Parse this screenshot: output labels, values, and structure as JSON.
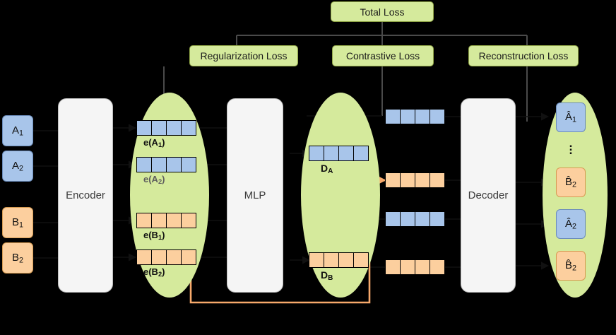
{
  "diagram": {
    "title": "Contrastive autoencoder architecture with multi-term loss",
    "colors": {
      "green_fill": "#d5ea9c",
      "green_stroke": "#8fa446",
      "blue_fill": "#a8c5ea",
      "blue_stroke": "#6b8cba",
      "orange_fill": "#fccf9e",
      "orange_stroke": "#d69b52",
      "slab_fill": "#f5f5f5",
      "slab_stroke": "#b9b9b9",
      "wire": "#3d3d3d",
      "highlight_wire": "#f7a96b",
      "background": "#000000"
    }
  },
  "losses": {
    "total": "Total Loss",
    "branches": [
      {
        "id": "regularization",
        "label": "Regularization Loss"
      },
      {
        "id": "contrastive",
        "label": "Contrastive Loss"
      },
      {
        "id": "reconstruction",
        "label": "Reconstruction Loss"
      }
    ]
  },
  "modules": [
    {
      "id": "encoder",
      "label": "Encoder"
    },
    {
      "id": "mlp",
      "label": "MLP"
    },
    {
      "id": "decoder",
      "label": "Decoder"
    }
  ],
  "inputs": [
    {
      "id": "a1",
      "label": "A",
      "sub": "1",
      "color": "blue"
    },
    {
      "id": "a2",
      "label": "A",
      "sub": "2",
      "color": "blue"
    },
    {
      "id": "b1",
      "label": "B",
      "sub": "1",
      "color": "orange"
    },
    {
      "id": "b2",
      "label": "B",
      "sub": "2",
      "color": "orange"
    }
  ],
  "embeddings": [
    {
      "id": "e_a1",
      "label": "e(A",
      "sub": "1",
      "tail": ")",
      "color": "blue",
      "muted": false
    },
    {
      "id": "e_a2",
      "label": "e(A",
      "sub": "2",
      "tail": ")",
      "color": "blue",
      "muted": true
    },
    {
      "id": "e_b1",
      "label": "e(B",
      "sub": "1",
      "tail": ")",
      "color": "orange",
      "muted": false
    },
    {
      "id": "e_b2",
      "label": "e(B",
      "sub": "2",
      "tail": ")",
      "color": "orange",
      "muted": false
    }
  ],
  "disentangled": [
    {
      "id": "d_a",
      "label": "D",
      "sub": "A",
      "color": "blue"
    },
    {
      "id": "d_b",
      "label": "D",
      "sub": "B",
      "color": "orange"
    }
  ],
  "mixed_vectors": [
    {
      "id": "mix1",
      "color": "blue"
    },
    {
      "id": "mix2",
      "color": "orange"
    },
    {
      "id": "mix3",
      "color": "blue"
    },
    {
      "id": "mix4",
      "color": "orange"
    }
  ],
  "outputs": [
    {
      "id": "hat_a1",
      "label": "Â",
      "sub": "1",
      "color": "blue"
    },
    {
      "id": "ellipsis",
      "label": "⋮",
      "sub": "",
      "color": "none"
    },
    {
      "id": "hat_b2_top",
      "label": "B̂",
      "sub": "2",
      "color": "orange"
    },
    {
      "id": "hat_a2",
      "label": "Â",
      "sub": "2",
      "color": "blue"
    },
    {
      "id": "hat_b2_bottom",
      "label": "B̂",
      "sub": "2",
      "color": "orange"
    }
  ],
  "vector_cells": 4
}
